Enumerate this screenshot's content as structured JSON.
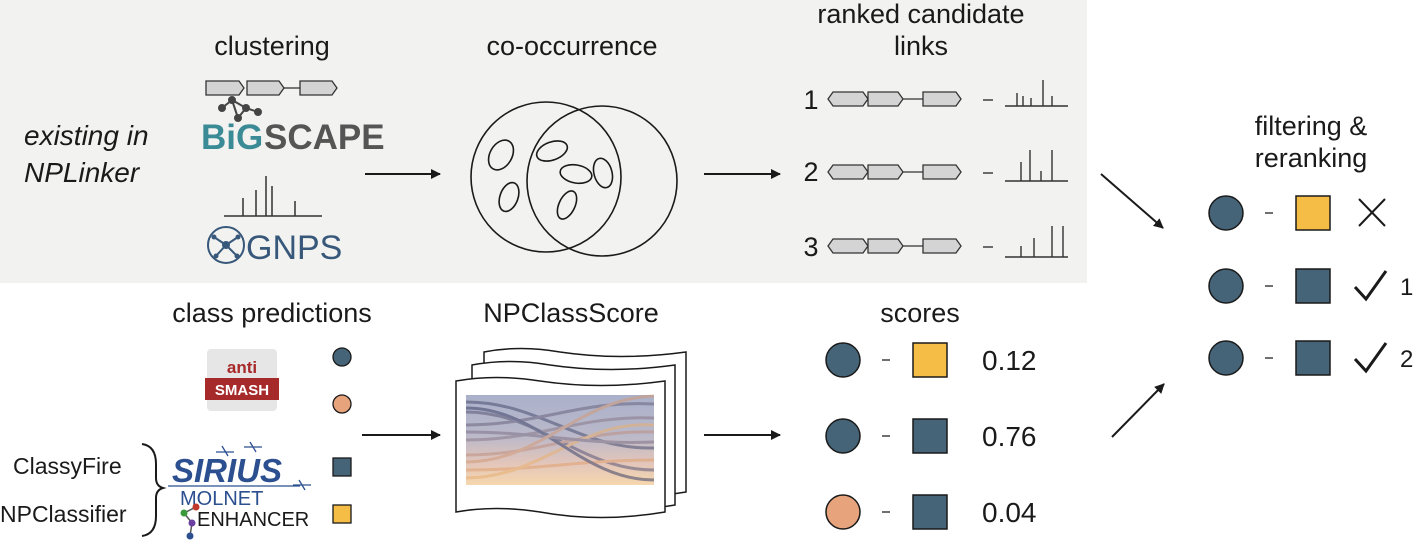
{
  "colors": {
    "background_band": "#f2f2f0",
    "dark_blue": "#456478",
    "orange": "#e6a37c",
    "yellow": "#f5bd45",
    "gene_fill": "#d4d4d4",
    "teal": "#3b8b96",
    "gray_text": "#555555",
    "antismash_red": "#a72a2a",
    "sirius_blue": "#2b4f8f",
    "gnps_blue": "#37587a"
  },
  "left_label": {
    "line1": "existing in",
    "line2": "NPLinker"
  },
  "clustering": {
    "title": "clustering",
    "bigscape_logo": {
      "part1": "BiG",
      "part2": "SCAPE"
    },
    "gnps_logo": {
      "text": "GNPS",
      "icon": "network-icon"
    }
  },
  "co_occurrence": {
    "title": "co-occurrence"
  },
  "ranked_links": {
    "title_line1": "ranked candidate",
    "title_line2": "links",
    "items": [
      {
        "rank": "1"
      },
      {
        "rank": "2"
      },
      {
        "rank": "3"
      }
    ]
  },
  "filtering": {
    "title_line1": "filtering &",
    "title_line2": "reranking",
    "rows": [
      {
        "result": "reject",
        "rank": ""
      },
      {
        "result": "accept",
        "rank": "1"
      },
      {
        "result": "accept",
        "rank": "2"
      }
    ]
  },
  "class_predictions": {
    "title": "class predictions",
    "antismash_logo": {
      "top": "anti",
      "bottom": "SMASH"
    },
    "classyfire": "ClassyFire",
    "npclassifier": "NPClassifier",
    "sirius_logo": "SIRIUS",
    "molnet_logo": {
      "line1": "MOLNET",
      "line2": "ENHANCER"
    }
  },
  "npclassscore": {
    "title": "NPClassScore"
  },
  "scores": {
    "title": "scores",
    "rows": [
      {
        "value": "0.12"
      },
      {
        "value": "0.76"
      },
      {
        "value": "0.04"
      }
    ]
  }
}
